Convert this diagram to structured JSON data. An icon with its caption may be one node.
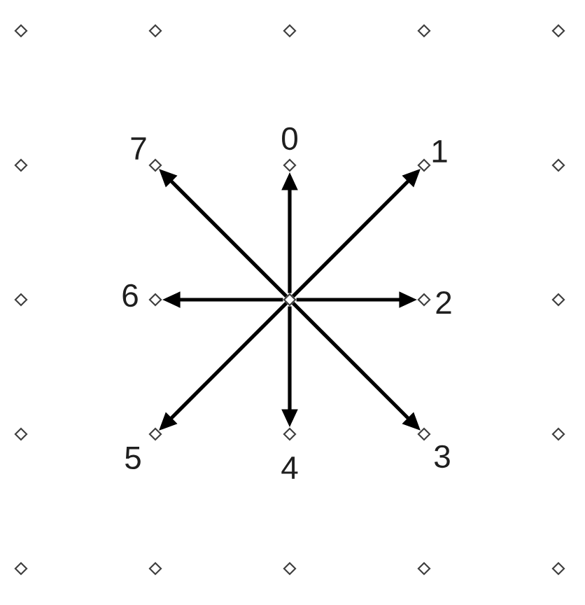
{
  "diagram": {
    "nodes": [
      {
        "text": [],
        "shape": "diamond"
      },
      {
        "text": [],
        "shape": "diamond"
      },
      {
        "text": [],
        "shape": "diamond"
      },
      {
        "text": [],
        "shape": "diamond"
      },
      {
        "text": [],
        "shape": "diamond"
      },
      {
        "text": [],
        "shape": "diamond"
      },
      {
        "text": [],
        "shape": "diamond",
        "beside": [
          "7"
        ]
      },
      {
        "text": [],
        "shape": "diamond",
        "beside": [
          "0"
        ]
      },
      {
        "text": [],
        "shape": "diamond",
        "beside": [
          "1"
        ]
      },
      {
        "text": [],
        "shape": "diamond"
      },
      {
        "text": [],
        "shape": "diamond"
      },
      {
        "text": [],
        "shape": "diamond",
        "beside": [
          "6"
        ]
      },
      {
        "text": [],
        "shape": "diamond"
      },
      {
        "text": [],
        "shape": "diamond",
        "beside": [
          "2"
        ]
      },
      {
        "text": [],
        "shape": "diamond"
      },
      {
        "text": [],
        "shape": "diamond"
      },
      {
        "text": [],
        "shape": "diamond",
        "beside": [
          "5"
        ]
      },
      {
        "text": [],
        "shape": "diamond",
        "beside": [
          "4"
        ]
      },
      {
        "text": [],
        "shape": "diamond",
        "beside": [
          "3"
        ]
      },
      {
        "text": [],
        "shape": "diamond"
      },
      {
        "text": [],
        "shape": "diamond"
      },
      {
        "text": [],
        "shape": "diamond"
      },
      {
        "text": [],
        "shape": "diamond"
      },
      {
        "text": [],
        "shape": "diamond"
      },
      {
        "text": [],
        "shape": "diamond"
      }
    ],
    "edges": [
      {
        "from": 12,
        "to": 7,
        "arrow": "to"
      },
      {
        "from": 12,
        "to": 8,
        "arrow": "to"
      },
      {
        "from": 12,
        "to": 13,
        "arrow": "to"
      },
      {
        "from": 12,
        "to": 18,
        "arrow": "to"
      },
      {
        "from": 12,
        "to": 17,
        "arrow": "to"
      },
      {
        "from": 12,
        "to": 16,
        "arrow": "to"
      },
      {
        "from": 12,
        "to": 11,
        "arrow": "to"
      },
      {
        "from": 12,
        "to": 6,
        "arrow": "to"
      }
    ]
  }
}
